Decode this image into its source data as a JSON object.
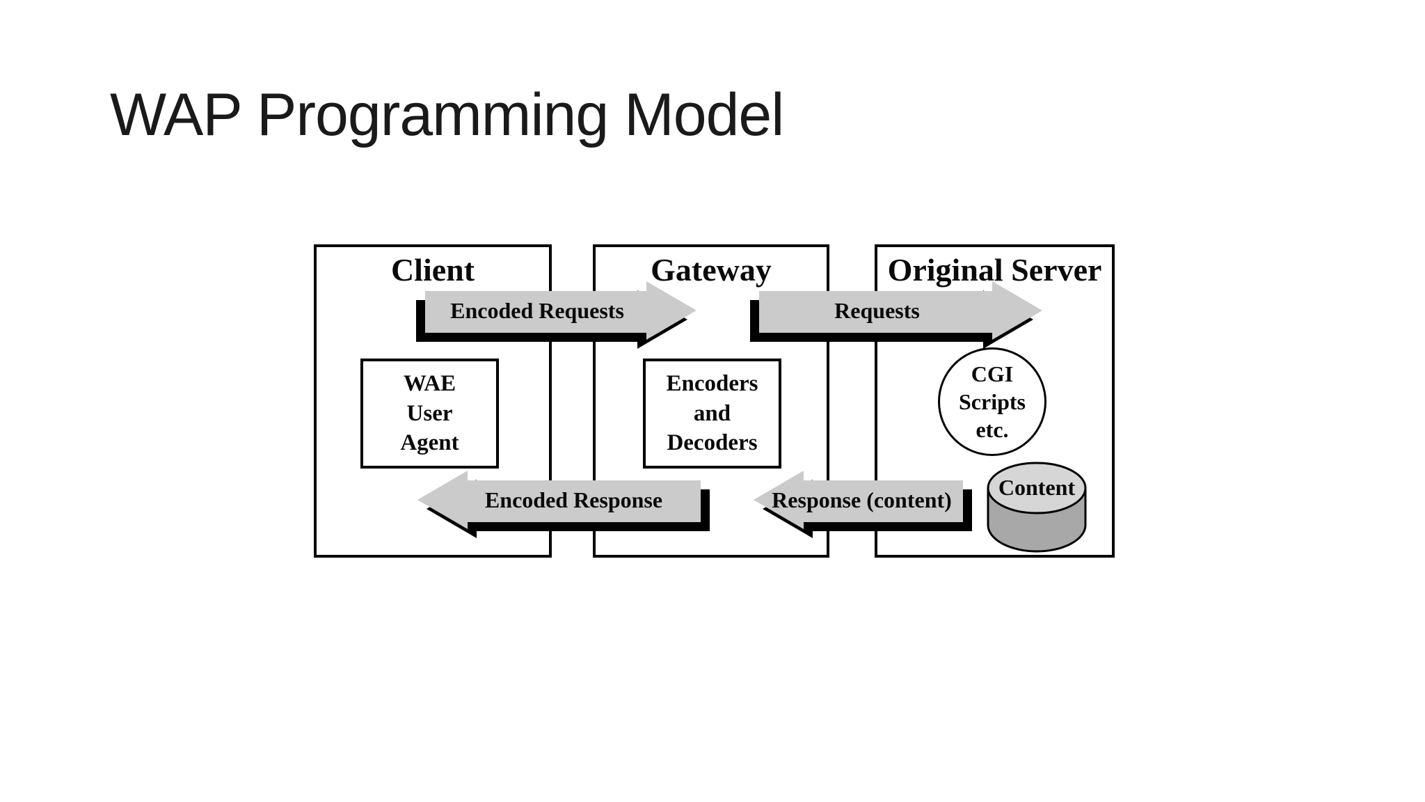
{
  "slide": {
    "title": "WAP Programming Model"
  },
  "boxes": [
    {
      "label": "Client"
    },
    {
      "label": "Gateway"
    },
    {
      "label": "Original Server"
    }
  ],
  "client_module": {
    "lines": [
      "WAE",
      "User",
      "Agent"
    ]
  },
  "gateway_module": {
    "lines": [
      "Encoders",
      "and",
      "Decoders"
    ]
  },
  "server_circle": {
    "lines": [
      "CGI",
      "Scripts",
      "etc."
    ]
  },
  "server_store": {
    "label": "Content"
  },
  "arrows": [
    {
      "label": "Encoded Requests",
      "direction": "right",
      "from": "Client",
      "to": "Gateway"
    },
    {
      "label": "Requests",
      "direction": "right",
      "from": "Gateway",
      "to": "Original Server"
    },
    {
      "label": "Encoded Response",
      "direction": "left",
      "from": "Gateway",
      "to": "Client"
    },
    {
      "label": "Response (content)",
      "direction": "left",
      "from": "Original Server",
      "to": "Gateway"
    }
  ],
  "colors": {
    "background": "#ffffff",
    "text": "#0a0a0a",
    "outline": "#000000",
    "arrow_fill": "#cbcbcb",
    "arrow_shadow": "#000000",
    "cylinder_top": "#d6d6d6",
    "cylinder_side": "#a8a8a8"
  }
}
